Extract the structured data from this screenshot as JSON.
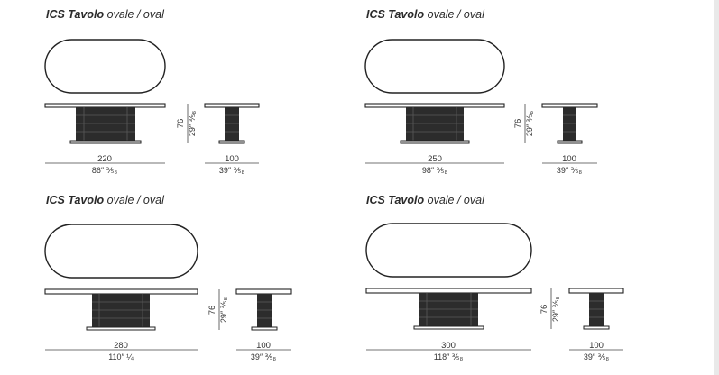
{
  "panels": [
    {
      "title_bold": "ICS Tavolo",
      "title_rest": " ovale / oval",
      "length_cm": "220",
      "length_in": "86″ ⅗₈",
      "height_cm": "76",
      "height_in": "29″ ⅗₈",
      "width_cm": "100",
      "width_in": "39″ ⅗₈"
    },
    {
      "title_bold": "ICS Tavolo",
      "title_rest": " ovale / oval",
      "length_cm": "250",
      "length_in": "98″ ⅗₈",
      "height_cm": "76",
      "height_in": "29″ ⅗₈",
      "width_cm": "100",
      "width_in": "39″ ⅗₈"
    },
    {
      "title_bold": "ICS Tavolo",
      "title_rest": " ovale / oval",
      "length_cm": "280",
      "length_in": "110″ ¼",
      "height_cm": "76",
      "height_in": "29″ ⅗₈",
      "width_cm": "100",
      "width_in": "39″ ⅗₈"
    },
    {
      "title_bold": "ICS Tavolo",
      "title_rest": " ovale / oval",
      "length_cm": "300",
      "length_in": "118″ ⅗₈",
      "height_cm": "76",
      "height_in": "29″ ⅗₈",
      "width_cm": "100",
      "width_in": "39″ ⅗₈"
    }
  ]
}
